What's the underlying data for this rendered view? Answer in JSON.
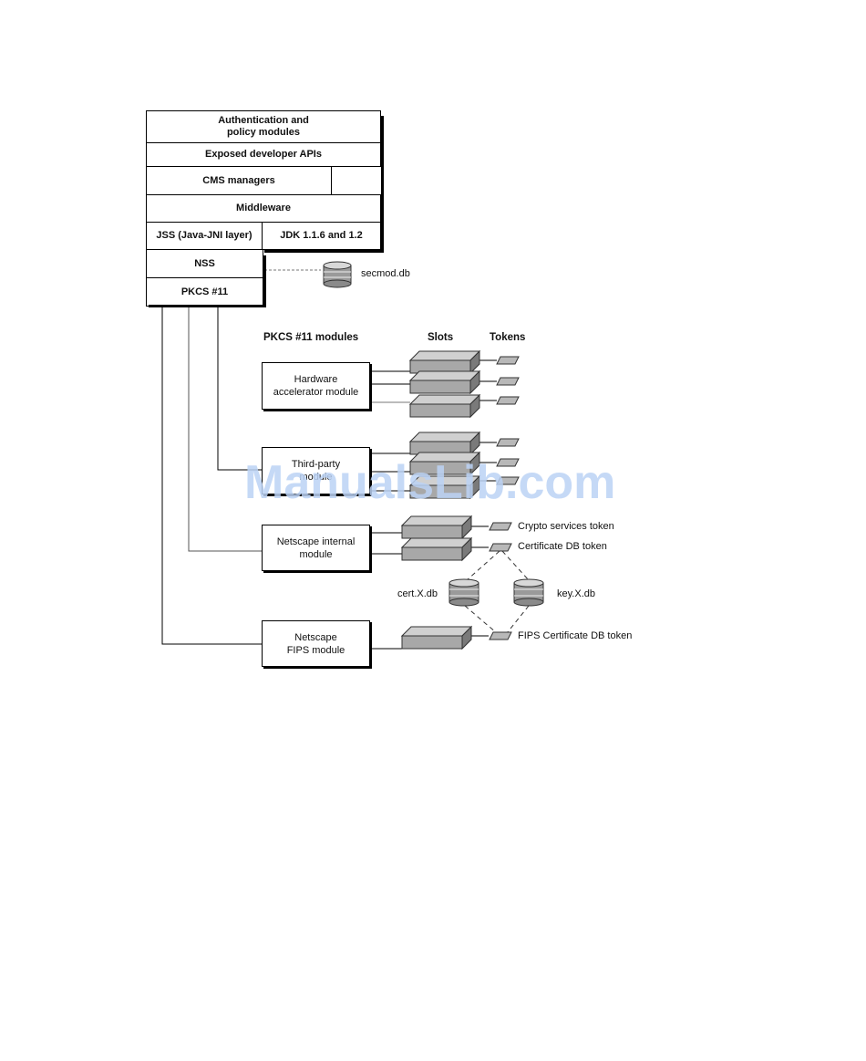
{
  "stack": {
    "auth": "Authentication and\npolicy modules",
    "apis": "Exposed developer APIs",
    "cms": "CMS managers",
    "middleware": "Middleware",
    "jss": "JSS (Java-JNI layer)",
    "jdk": "JDK 1.1.6 and 1.2",
    "nss": "NSS",
    "pkcs": "PKCS #11"
  },
  "secmod_label": "secmod.db",
  "headers": {
    "modules": "PKCS #11 modules",
    "slots": "Slots",
    "tokens": "Tokens"
  },
  "modules": {
    "hardware": "Hardware\naccelerator module",
    "third_party": "Third-party\nmodule",
    "internal": "Netscape internal\nmodule",
    "fips": "Netscape\nFIPS module"
  },
  "token_labels": {
    "crypto": "Crypto services token",
    "certdb": "Certificate DB token",
    "fips": "FIPS Certificate DB token"
  },
  "db_labels": {
    "cert": "cert.X.db",
    "key": "key.X.db"
  },
  "watermark": "ManualsLib.com",
  "colors": {
    "slot_fill": "#a8a8a8",
    "slot_top": "#d0d0d0",
    "token_fill": "#b8b8b8",
    "watermark": "#bcd3f5"
  }
}
